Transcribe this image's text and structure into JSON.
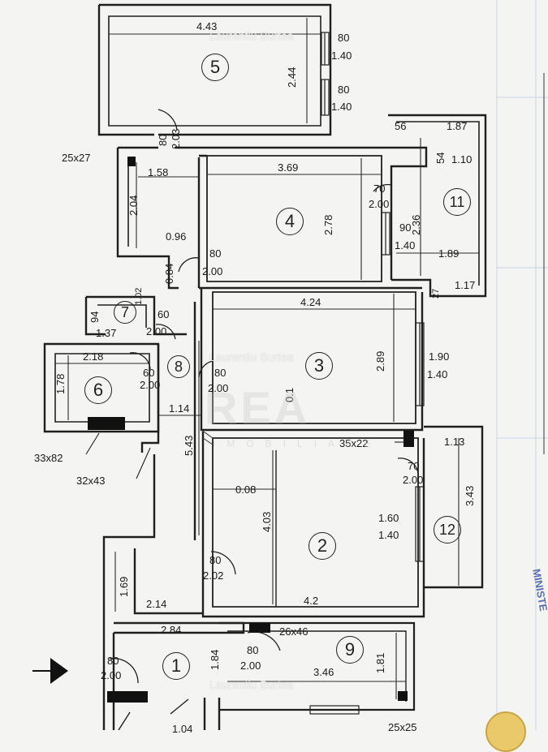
{
  "watermark": {
    "author": "Laurentiu Burtea",
    "brand": "REA",
    "brand_sub": "IMOBILIARE"
  },
  "stamp_text": "MINISTE",
  "rooms": {
    "r1": "1",
    "r2": "2",
    "r3": "3",
    "r4": "4",
    "r5": "5",
    "r6": "6",
    "r7": "7",
    "r8": "8",
    "r9": "9",
    "r11": "11",
    "r12": "12"
  },
  "dims": {
    "r5_width": "4.43",
    "r5_height": "2.44",
    "r5_win1_w": "80",
    "r5_win1_h": "1.40",
    "r5_win2_w": "80",
    "r5_win2_h": "1.40",
    "door5_w": "80",
    "door5_h": "2.03",
    "shaft_top": "25x27",
    "hall_w": "1.58",
    "hall_h": "2.04",
    "r4_width": "3.69",
    "r4_height": "2.78",
    "r4_door_w": "70",
    "r4_door_h": "2.00",
    "r4_win_w": "90",
    "r4_win_h": "1.40",
    "r11_a": "56",
    "r11_b": "1.87",
    "r11_c": "54",
    "r11_d": "1.10",
    "r11_e": "2.36",
    "r11_f": "1.89",
    "r11_g": "27",
    "r11_h": "1.17",
    "hall2_w": "0.96",
    "hall2_h": "0.84",
    "door4_w": "80",
    "door4_h": "2.00",
    "r7_a": "1.02",
    "r7_b": "94",
    "r7_c": "1.37",
    "r7_door_w": "60",
    "r7_door_h": "2.00",
    "r3_width": "4.24",
    "r3_height": "2.89",
    "r3_small": "0.1",
    "r3_win_w": "1.90",
    "r3_win_h": "1.40",
    "r6_width": "2.18",
    "r6_height": "1.78",
    "r6_door_w": "60",
    "r6_door_h": "2.00",
    "door3_w": "80",
    "door3_h": "2.00",
    "hall3_w": "1.14",
    "hall3_h": "5.43",
    "shaft_r6": "33x82",
    "shaft_b": "32x43",
    "shaft_r2": "35x22",
    "r12_w": "1.13",
    "r12_door_w": "70",
    "r12_door_h": "2.00",
    "r12_h": "3.43",
    "r2_small": "0.08",
    "r2_height": "4.03",
    "r2_win_w": "1.60",
    "r2_win_h": "1.40",
    "r2_width": "4.2",
    "door2_w": "80",
    "door2_h": "2.02",
    "hall4_h": "1.69",
    "hall4_w": "2.14",
    "r1_w": "2.84",
    "r1_h": "1.84",
    "r1_door_w": "80",
    "r1_door_h": "2.00",
    "shaft_r9": "26x46",
    "r9_door_w": "80",
    "r9_door_h": "2.00",
    "r9_width": "3.46",
    "r9_height": "1.81",
    "shaft_r9b": "25x25",
    "bottom_cut": "1.04"
  }
}
